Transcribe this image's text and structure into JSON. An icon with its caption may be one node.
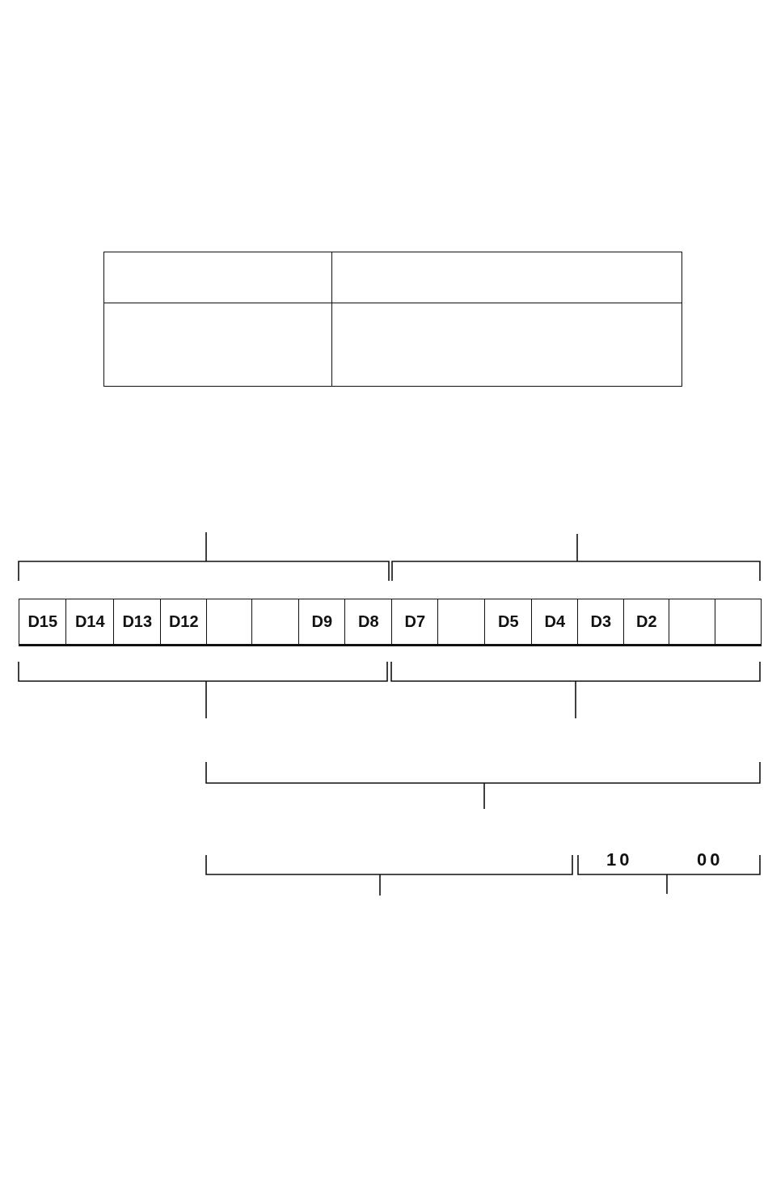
{
  "diagram": {
    "nodes": [
      {
        "text": [
          "D15"
        ]
      },
      {
        "text": [
          "D14"
        ]
      },
      {
        "text": [
          "D13"
        ]
      },
      {
        "text": [
          "D12"
        ]
      },
      {
        "text": [],
        "shape": "box"
      },
      {
        "text": [],
        "shape": "box"
      },
      {
        "text": [
          "D9"
        ]
      },
      {
        "text": [
          "D8"
        ]
      },
      {
        "text": [
          "D7"
        ]
      },
      {
        "text": [],
        "shape": "box"
      },
      {
        "text": [
          "D5"
        ]
      },
      {
        "text": [
          "D4"
        ]
      },
      {
        "text": [
          "D3"
        ]
      },
      {
        "text": [
          "D2"
        ]
      },
      {
        "text": [],
        "shape": "box"
      },
      {
        "text": [],
        "shape": "box"
      }
    ],
    "labels": [
      "10",
      "00"
    ]
  }
}
